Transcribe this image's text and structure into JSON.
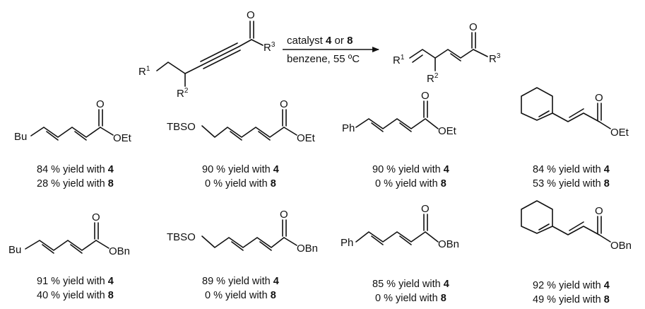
{
  "scheme": {
    "reactant": {
      "r1": "R",
      "r1_sup": "1",
      "r2": "R",
      "r2_sup": "2",
      "r3": "R",
      "r3_sup": "3",
      "oxygen": "O"
    },
    "conditions": {
      "catalyst_prefix": "catalyst ",
      "catalyst_a": "4",
      "catalyst_or": " or ",
      "catalyst_b": "8",
      "solvent": "benzene, 55 ºC"
    },
    "product": {
      "r1": "R",
      "r1_sup": "1",
      "r2": "R",
      "r2_sup": "2",
      "r3": "R",
      "r3_sup": "3",
      "oxygen": "O"
    }
  },
  "products": [
    {
      "substituent": "Bu",
      "ester": "OEt",
      "oxygen": "O",
      "yield_a": "84 % yield with ",
      "cat_a": "4",
      "yield_b": "28 % yield with ",
      "cat_b": "8"
    },
    {
      "substituent": "TBSO",
      "ester": "OEt",
      "oxygen": "O",
      "yield_a": "90 % yield with ",
      "cat_a": "4",
      "yield_b": "0 % yield with ",
      "cat_b": "8"
    },
    {
      "substituent": "Ph",
      "ester": "OEt",
      "oxygen": "O",
      "yield_a": "90 % yield with ",
      "cat_a": "4",
      "yield_b": "0 % yield with ",
      "cat_b": "8"
    },
    {
      "substituent": "",
      "ester": "OEt",
      "oxygen": "O",
      "yield_a": "84 % yield with ",
      "cat_a": "4",
      "yield_b": "53 % yield with ",
      "cat_b": "8"
    },
    {
      "substituent": "Bu",
      "ester": "OBn",
      "oxygen": "O",
      "yield_a": "91 % yield with ",
      "cat_a": "4",
      "yield_b": "40 % yield with ",
      "cat_b": "8"
    },
    {
      "substituent": "TBSO",
      "ester": "OBn",
      "oxygen": "O",
      "yield_a": "89 % yield with ",
      "cat_a": "4",
      "yield_b": "0 % yield with ",
      "cat_b": "8"
    },
    {
      "substituent": "Ph",
      "ester": "OBn",
      "oxygen": "O",
      "yield_a": "85 % yield with ",
      "cat_a": "4",
      "yield_b": "0 % yield with ",
      "cat_b": "8"
    },
    {
      "substituent": "",
      "ester": "OBn",
      "oxygen": "O",
      "yield_a": "92 % yield with ",
      "cat_a": "4",
      "yield_b": "49 % yield with ",
      "cat_b": "8"
    }
  ]
}
